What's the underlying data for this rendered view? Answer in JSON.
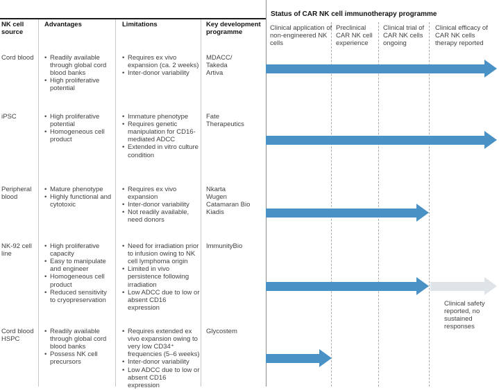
{
  "colors": {
    "arrow_blue": "#4a92c6",
    "arrow_gray": "#dfe4e9",
    "rule_dark": "#1b1b1b",
    "rule_gray": "#c6c6c6",
    "text": "#3f3f3f"
  },
  "headers": {
    "source": "NK cell source",
    "advantages": "Advantages",
    "limitations": "Limitations",
    "programme": "Key development programme",
    "status_title": "Status of CAR NK cell immunotherapy programme",
    "status_columns": [
      "Clinical application of non-engineered NK cells",
      "Preclinical CAR NK cell experience",
      "Clinical trial of CAR NK cells ongoing",
      "Clinical efficacy of CAR NK cells therapy reported"
    ]
  },
  "rows": [
    {
      "source": "Cord blood",
      "advantages": [
        "Readily available through global cord blood banks",
        "High proliferative potential"
      ],
      "limitations": [
        "Requires ex vivo expansion (ca. 2 weeks)",
        "Inter-donor variability"
      ],
      "programme": [
        "MDACC/",
        "Takeda",
        "Artiva"
      ],
      "status": {
        "blue_arrow_through_column": 4,
        "gray_arrow_through_column": null,
        "note": null
      }
    },
    {
      "source": "iPSC",
      "advantages": [
        "High proliferative potential",
        "Homogeneous cell product"
      ],
      "limitations": [
        "Immature phenotype",
        "Requires genetic manipulation for CD16-mediated ADCC",
        "Extended in vitro culture condition"
      ],
      "programme": [
        "Fate",
        "Therapeutics"
      ],
      "status": {
        "blue_arrow_through_column": 4,
        "gray_arrow_through_column": null,
        "note": null
      }
    },
    {
      "source": "Peripheral blood",
      "advantages": [
        "Mature phenotype",
        "Highly functional and cytotoxic"
      ],
      "limitations": [
        "Requires ex vivo expansion",
        "Inter-donor variability",
        "Not readily available, need donors"
      ],
      "programme": [
        "Nkarta",
        "Wugen",
        "Catamaran Bio",
        "Kiadis"
      ],
      "status": {
        "blue_arrow_through_column": 3,
        "gray_arrow_through_column": null,
        "note": null
      }
    },
    {
      "source": "NK-92 cell line",
      "advantages": [
        "High proliferative capacity",
        "Easy to manipulate and engineer",
        "Homogeneous cell product",
        "Reduced sensitivity to cryopreservation"
      ],
      "limitations": [
        "Need for irradiation prior to infusion owing to NK cell lymphoma origin",
        "Limited in vivo persistence following irradiation",
        "Low ADCC due to low or absent CD16 expression"
      ],
      "programme": [
        "ImmunityBio"
      ],
      "status": {
        "blue_arrow_through_column": 3,
        "gray_arrow_through_column": 4,
        "note": "Clinical safety reported, no sustained responses"
      }
    },
    {
      "source": "Cord blood HSPC",
      "advantages": [
        "Readily available through global cord blood banks",
        "Possess NK cell precursors"
      ],
      "limitations": [
        "Requires extended ex vivo expansion owing to very low CD34⁺ frequencies (5–6 weeks)",
        "Inter-donor variability",
        "Low ADCC due to low or absent CD16 expression"
      ],
      "programme": [
        "Glycostem"
      ],
      "status": {
        "blue_arrow_through_column": 1,
        "gray_arrow_through_column": null,
        "note": null
      }
    }
  ]
}
